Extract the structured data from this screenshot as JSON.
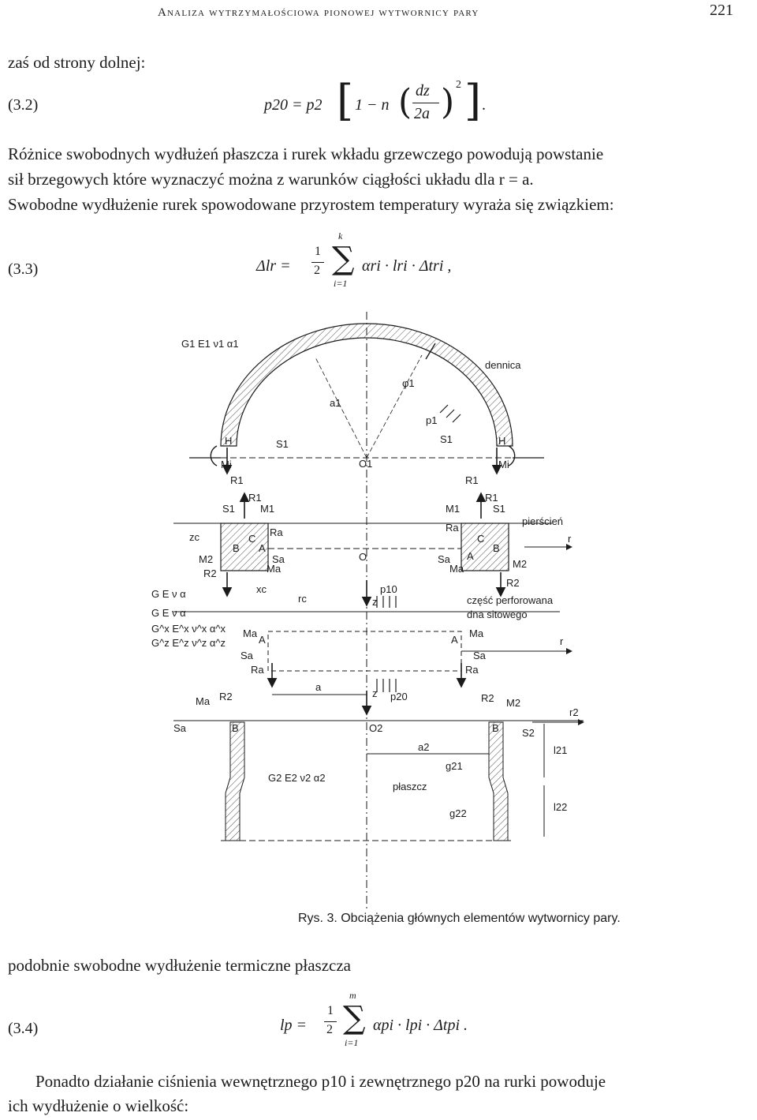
{
  "header": {
    "running_title": "Analiza wytrzymałościowa pionowej wytwornicy pary",
    "page_number": "221"
  },
  "paragraphs": {
    "intro_lower": "zaś od strony dolnej:",
    "edge_forces_1": "Różnice swobodnych wydłużeń płaszcza i rurek wkładu grzewczego powodują powstanie",
    "edge_forces_2": "sił brzegowych które wyznaczyć można z warunków ciągłości układu dla r = a.",
    "edge_forces_3": "Swobodne wydłużenie rurek spowodowane przyrostem temperatury wyraża się związkiem:",
    "shell_intro": "podobnie swobodne wydłużenie termiczne płaszcza",
    "closing_1": "Ponadto działanie ciśnienia wewnętrznego p10 i zewnętrznego p20 na rurki powoduje",
    "closing_2": "ich wydłużenie o wielkość:"
  },
  "equations": {
    "eq32": {
      "number": "(3.2)",
      "lhs": "p20 = p2",
      "body": "1 − n",
      "num": "dz",
      "den": "2a",
      "power": "2"
    },
    "eq33": {
      "number": "(3.3)",
      "lhs": "Δlr = ",
      "half_num": "1",
      "half_den": "2",
      "upper": "k",
      "lower": "i=1",
      "terms": "αri · lri · Δtri ,"
    },
    "eq34": {
      "number": "(3.4)",
      "lhs": "lp = ",
      "half_num": "1",
      "half_den": "2",
      "upper": "m",
      "lower": "i=1",
      "terms": "αpi · lpi · Δtpi ."
    }
  },
  "figure": {
    "caption": "Rys. 3. Obciążenia głównych elementów wytwornicy pary.",
    "labels": {
      "top_material": "G1 E1 ν1 α1",
      "dennica": "dennica",
      "phi1": "φ1",
      "a1": "a1",
      "p1": "p1",
      "O1": "O1",
      "O": "O",
      "O2": "O2",
      "S1": "S1",
      "H": "H",
      "Mi": "Mi",
      "R1": "R1",
      "M1": "M1",
      "Ra": "Ra",
      "Sa": "Sa",
      "Ma": "Ma",
      "M2": "M2",
      "R2": "R2",
      "S2": "S2",
      "A": "A",
      "B": "B",
      "C": "C",
      "zc": "zc",
      "xc": "xc",
      "rc": "rc",
      "z": "z",
      "r": "r",
      "r2": "r2",
      "a": "a",
      "a2": "a2",
      "pierscien": "pierścień",
      "perf_1": "część perforowana",
      "perf_2": "dna sitowego",
      "mat_1": "G E ν α",
      "mat_2": "G E ν α",
      "mat_3": "G^x E^x ν^x α^x",
      "mat_4": "G^z E^z ν^z α^z",
      "p10": "p10",
      "p20": "p20",
      "bottom_material": "G2 E2 ν2 α2",
      "g21": "g21",
      "g22": "g22",
      "plaszcz": "płaszcz",
      "l21": "l21",
      "l22": "l22"
    }
  }
}
